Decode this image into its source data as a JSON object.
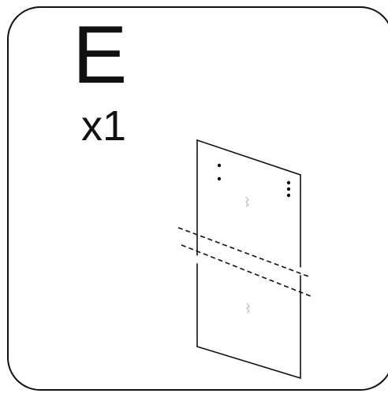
{
  "part": {
    "letter": "E",
    "quantity": "x1"
  },
  "illustration": {
    "subject": "glass-panel",
    "style": "line-art",
    "break_lines": true
  },
  "colors": {
    "line": "#111111",
    "background": "#ffffff",
    "glare": "#bbbbbb"
  }
}
